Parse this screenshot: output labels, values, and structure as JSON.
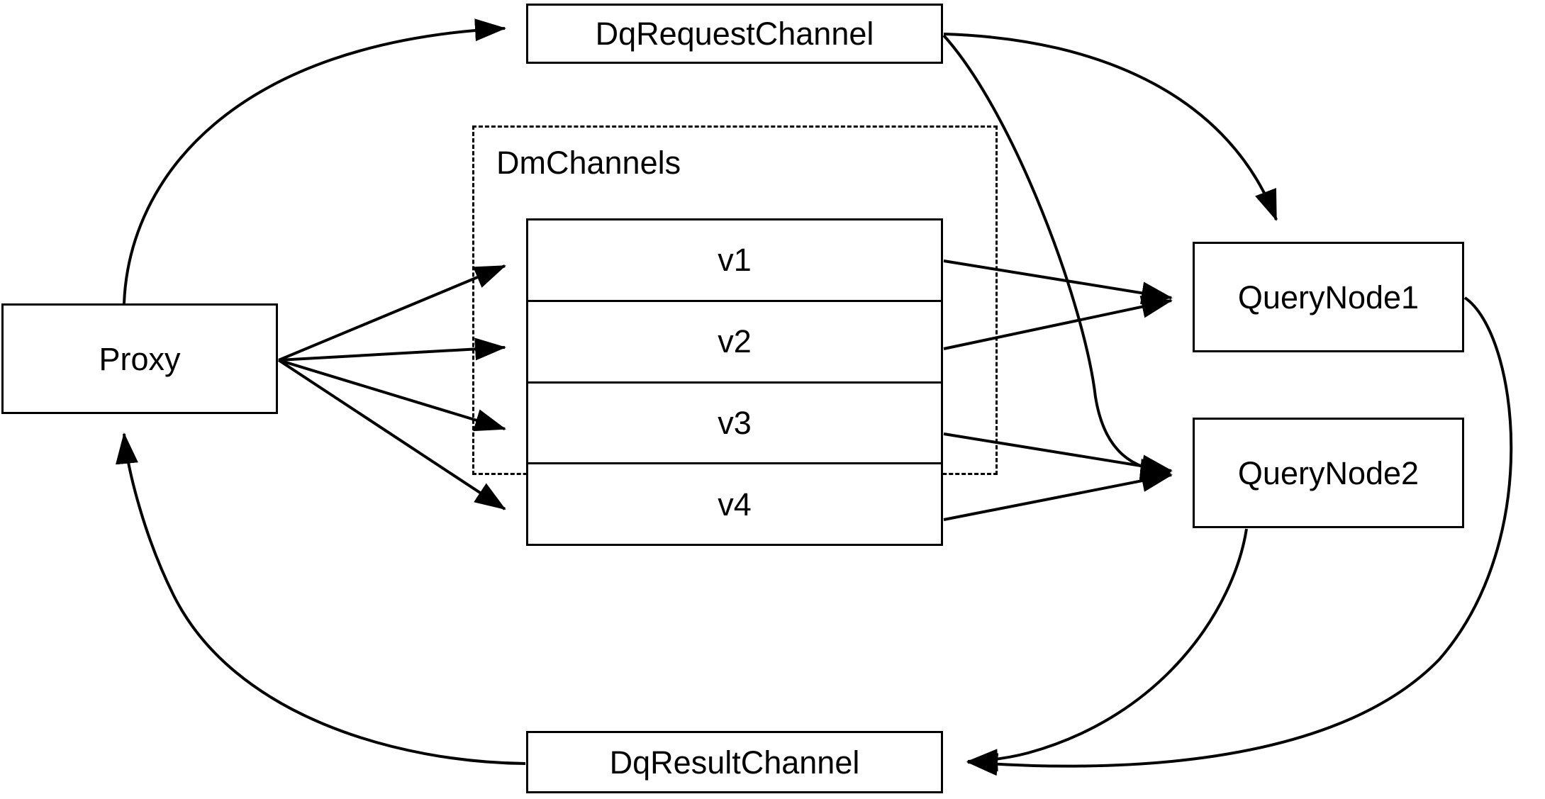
{
  "diagram": {
    "title": "Milvus distributed query channel flow",
    "background_color": "#ffffff",
    "stroke_color": "#000000",
    "nodes": {
      "proxy": {
        "label": "Proxy"
      },
      "dq_request_channel": {
        "label": "DqRequestChannel"
      },
      "dq_result_channel": {
        "label": "DqResultChannel"
      },
      "query_node_1": {
        "label": "QueryNode1"
      },
      "query_node_2": {
        "label": "QueryNode2"
      }
    },
    "group": {
      "dm_channels": {
        "label": "DmChannels",
        "border_style": "dashed",
        "rows": [
          {
            "label": "v1"
          },
          {
            "label": "v2"
          },
          {
            "label": "v3"
          },
          {
            "label": "v4"
          }
        ]
      }
    },
    "edges": [
      {
        "id": "proxy-to-dq-request-channel",
        "from": "Proxy",
        "to": "DqRequestChannel",
        "style": "curved",
        "arrow": "to"
      },
      {
        "id": "proxy-to-v1",
        "from": "Proxy",
        "to": "v1",
        "style": "straight",
        "arrow": "to"
      },
      {
        "id": "proxy-to-v2",
        "from": "Proxy",
        "to": "v2",
        "style": "straight",
        "arrow": "to"
      },
      {
        "id": "proxy-to-v3",
        "from": "Proxy",
        "to": "v3",
        "style": "straight",
        "arrow": "to"
      },
      {
        "id": "proxy-to-v4",
        "from": "Proxy",
        "to": "v4",
        "style": "straight",
        "arrow": "to"
      },
      {
        "id": "dq-request-channel-to-query-node-1",
        "from": "DqRequestChannel",
        "to": "QueryNode1",
        "style": "curved",
        "arrow": "to"
      },
      {
        "id": "dq-request-channel-to-query-node-2",
        "from": "DqRequestChannel",
        "to": "QueryNode2",
        "style": "curved",
        "arrow": "to"
      },
      {
        "id": "v1-to-query-node-1",
        "from": "v1",
        "to": "QueryNode1",
        "style": "straight",
        "arrow": "to"
      },
      {
        "id": "v2-to-query-node-1",
        "from": "v2",
        "to": "QueryNode1",
        "style": "straight",
        "arrow": "to"
      },
      {
        "id": "v3-to-query-node-2",
        "from": "v3",
        "to": "QueryNode2",
        "style": "straight",
        "arrow": "to"
      },
      {
        "id": "v4-to-query-node-2",
        "from": "v4",
        "to": "QueryNode2",
        "style": "straight",
        "arrow": "to"
      },
      {
        "id": "query-node-1-to-dq-result-channel",
        "from": "QueryNode1",
        "to": "DqResultChannel",
        "style": "curved",
        "arrow": "to"
      },
      {
        "id": "query-node-2-to-dq-result-channel",
        "from": "QueryNode2",
        "to": "DqResultChannel",
        "style": "curved",
        "arrow": "to"
      },
      {
        "id": "dq-result-channel-to-proxy",
        "from": "DqResultChannel",
        "to": "Proxy",
        "style": "curved",
        "arrow": "to"
      }
    ]
  }
}
